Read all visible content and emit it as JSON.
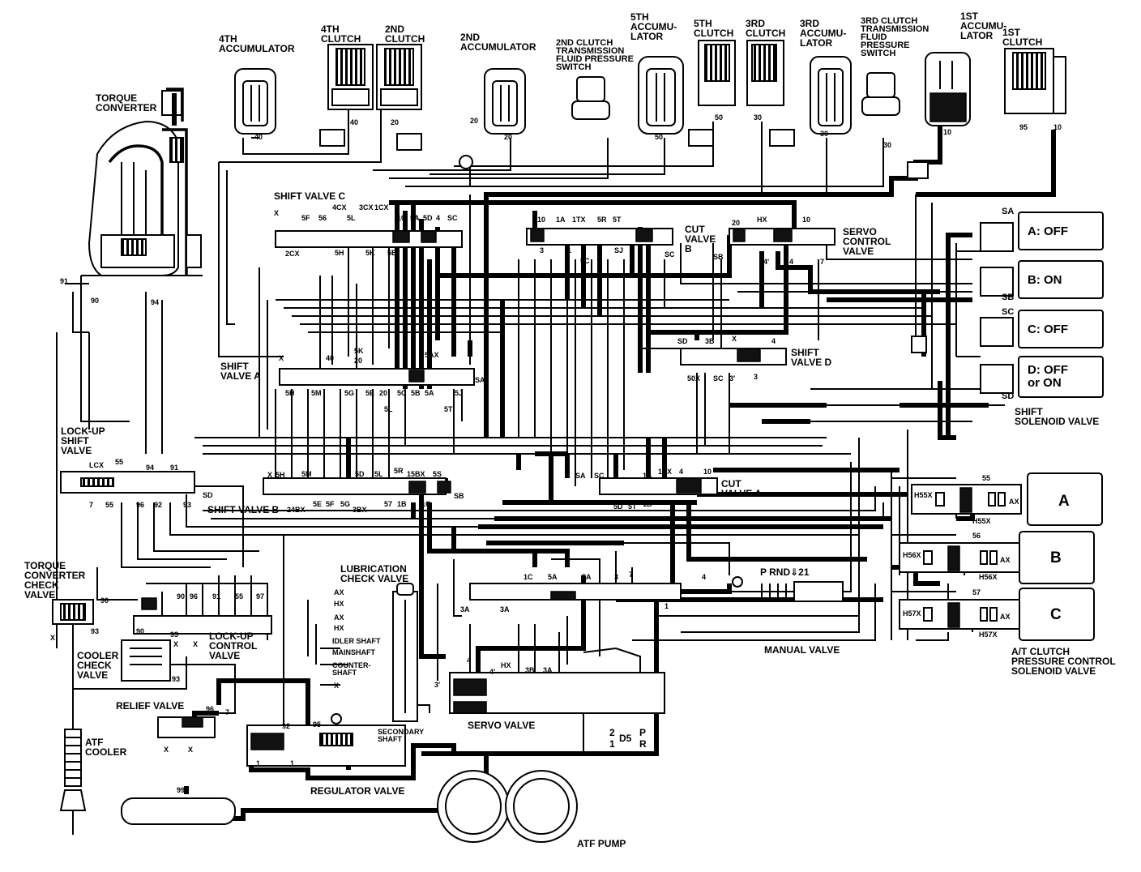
{
  "components": {
    "torque_converter": "TORQUE\nCONVERTER",
    "accum_4th": "4TH\nACCUMULATOR",
    "clutch_4th": "4TH\nCLUTCH",
    "clutch_2nd": "2ND\nCLUTCH",
    "accum_2nd": "2ND\nACCUMULATOR",
    "switch_2nd": "2ND CLUTCH\nTRANSMISSION\nFLUID PRESSURE\nSWITCH",
    "accum_5th": "5TH\nACCUMU-\nLATOR",
    "clutch_5th": "5TH\nCLUTCH",
    "clutch_3rd": "3RD\nCLUTCH",
    "accum_3rd": "3RD\nACCUMU-\nLATOR",
    "switch_3rd": "3RD CLUTCH\nTRANSMISSION\nFLUID\nPRESSURE\nSWITCH",
    "accum_1st": "1ST\nACCUMU-\nLATOR",
    "clutch_1st": "1ST\nCLUTCH",
    "shift_valve_c": "SHIFT VALVE C",
    "shift_valve_a": "SHIFT\nVALVE A",
    "shift_valve_b": "SHIFT VALVE B",
    "shift_valve_d": "SHIFT\nVALVE D",
    "cut_valve_b": "CUT\nVALVE\nB",
    "cut_valve_a": "CUT\nVALVE A",
    "servo_control_valve": "SERVO\nCONTROL\nVALVE",
    "lockup_shift_valve": "LOCK-UP\nSHIFT\nVALVE",
    "tc_check_valve": "TORQUE\nCONVERTER\nCHECK\nVALVE",
    "cooler_check_valve": "COOLER\nCHECK\nVALVE",
    "lockup_control_valve": "LOCK-UP\nCONTROL\nVALVE",
    "lubrication_check_valve": "LUBRICATION\nCHECK VALVE",
    "relief_valve": "RELIEF VALVE",
    "atf_cooler": "ATF\nCOOLER",
    "regulator_valve": "REGULATOR VALVE",
    "atf_pump": "ATF PUMP",
    "servo_valve": "SERVO VALVE",
    "manual_valve": "MANUAL VALVE",
    "shift_solenoid_valve": "SHIFT\nSOLENOID VALVE",
    "at_clutch_pcsv": "A/T CLUTCH\nPRESSURE CONTROL\nSOLENOID VALVE",
    "secondary_shaft": "SECONDARY\nSHAFT"
  },
  "solenoids": [
    {
      "port": "SA",
      "label": "A: OFF"
    },
    {
      "port": "SB",
      "label": "B: ON"
    },
    {
      "port": "SC",
      "label": "C: OFF"
    },
    {
      "port": "SD",
      "label": "D: OFF\nor ON"
    }
  ],
  "pressure_solenoids": [
    {
      "letter": "A",
      "in_port": "55",
      "h_port": "H55X",
      "ax": "AX"
    },
    {
      "letter": "B",
      "in_port": "56",
      "h_port": "H56X",
      "ax": "AX"
    },
    {
      "letter": "C",
      "in_port": "57",
      "h_port": "H57X",
      "ax": "AX"
    }
  ],
  "lubrication": [
    "AX",
    "HX",
    "AX",
    "HX",
    "IDLER SHAFT",
    "MAINSHAFT",
    "COUNTER-\nSHAFT",
    "X"
  ],
  "manual_positions": "P  RND⇓21",
  "gear_positions": [
    "2",
    "1",
    "D5",
    "P",
    "R"
  ],
  "ports": {
    "shift_c_top": [
      "X",
      "5F",
      "56",
      "4CX",
      "5L",
      "3CX",
      "1CX",
      "10",
      "5A",
      "5D",
      "4",
      "SC"
    ],
    "shift_c_bottom": [
      "2CX",
      "5H",
      "5K",
      "5B"
    ],
    "shift_a_top": [
      "X",
      "40",
      "5K",
      "20",
      "5AX"
    ],
    "shift_a_bottom": [
      "5H",
      "5M",
      "5G",
      "5E",
      "20",
      "5C",
      "5B",
      "5A",
      "5J",
      "SA",
      "5L",
      "5T"
    ],
    "shift_b_top": [
      "X",
      "5H",
      "5M",
      "5D",
      "5L",
      "5R",
      "15BX",
      "5S"
    ],
    "shift_b_bottom": [
      "24BX",
      "5E",
      "5F",
      "5G",
      "3BX",
      "57",
      "1B",
      "1C",
      "SB"
    ],
    "lockup_shift": [
      "LCX",
      "55",
      "94",
      "91",
      "SD",
      "7",
      "55",
      "96",
      "92",
      "93"
    ],
    "cut_b": [
      "10",
      "1A",
      "1TX",
      "5R",
      "5T",
      "3",
      "1",
      "5C",
      "SJ",
      "4",
      "SC"
    ],
    "servo_ctrl": [
      "20",
      "HX",
      "10",
      "SB",
      "4'",
      "4",
      "7"
    ],
    "shift_d": [
      "SD",
      "3B",
      "X",
      "4",
      "50X",
      "SC",
      "3'",
      "3"
    ],
    "cut_a": [
      "1A",
      "1VX",
      "4",
      "10",
      "SA",
      "SC",
      "5D",
      "5T",
      "1B"
    ],
    "tc": [
      "91",
      "90",
      "94"
    ],
    "manual": [
      "1C",
      "5A",
      "5A",
      "3",
      "7",
      "4",
      "1",
      "3A",
      "3A"
    ],
    "servo": [
      "4",
      "4'",
      "HX",
      "3B",
      "3A",
      "3'"
    ],
    "regulator": [
      "92",
      "95",
      "1",
      "1",
      "99"
    ],
    "relief": [
      "96",
      "7",
      "X",
      "X"
    ],
    "misc": [
      "90",
      "93",
      "X",
      "91",
      "55",
      "97",
      "90",
      "96",
      "90",
      "93",
      "X",
      "X",
      "93"
    ],
    "clutch_nums": [
      "40",
      "40",
      "20",
      "20",
      "20",
      "50",
      "50",
      "30",
      "30",
      "30",
      "10",
      "95",
      "10"
    ]
  }
}
